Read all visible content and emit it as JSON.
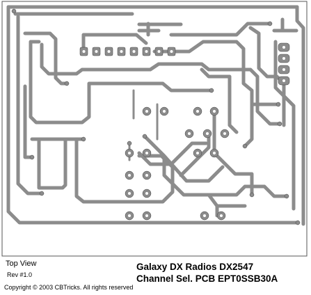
{
  "labels": {
    "view": "Top View",
    "revision": "Rev #1.0",
    "copyright": "Copyright © 2003  CBTricks. All rights reserved"
  },
  "title": {
    "line1": "Galaxy DX Radios DX2547",
    "line2": "Channel Sel. PCB EPT0SSB30A"
  },
  "colors": {
    "trace": "#8c8c8c",
    "pad_outline": "#404040",
    "background": "#ffffff",
    "frame": "#555555"
  }
}
